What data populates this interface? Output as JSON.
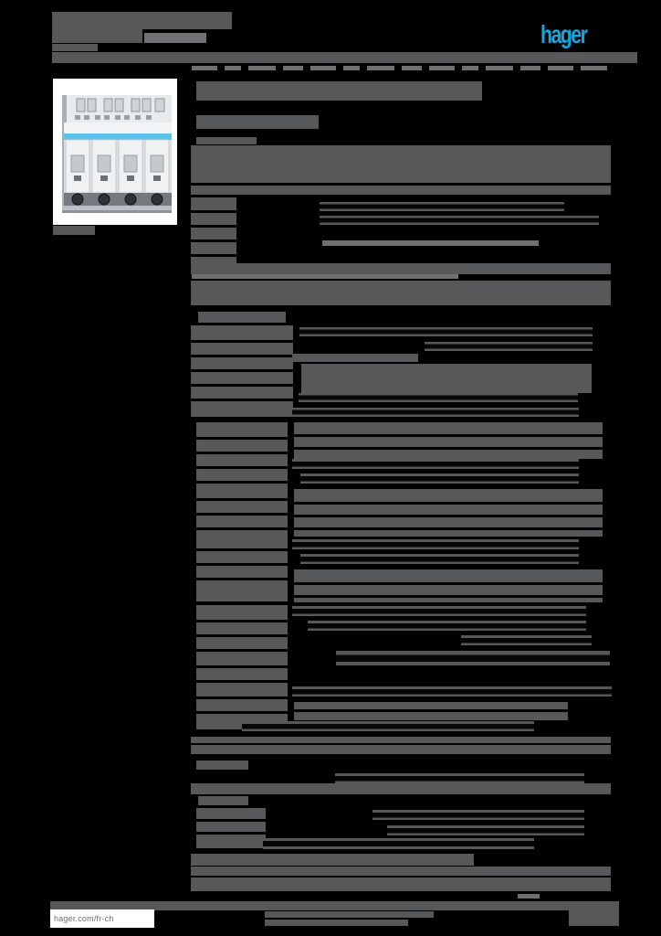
{
  "logo": {
    "text": "hager"
  },
  "footer": {
    "url": "hager.com/fr-ch"
  },
  "colors": {
    "bg": "#000000",
    "bar": "#57585a",
    "bar2": "#6e7072",
    "blue": "#14a6e0",
    "photo_bg": "#ffffff",
    "device_body": "#e8ebed",
    "device_stripe": "#5ec3ea",
    "device_band": "#747a80"
  },
  "redaction_bars": [
    [
      "header-title-line",
      57,
      13,
      197,
      19,
      "bar"
    ],
    [
      "header-title-line",
      57,
      32,
      99,
      15,
      "bar"
    ],
    [
      "header-subtitle-line",
      158,
      36,
      68,
      11,
      "bar2"
    ],
    [
      "header-small-line",
      57,
      48,
      50,
      8,
      "bar"
    ],
    [
      "header-band",
      57,
      57,
      641,
      12,
      "bar"
    ],
    [
      "breadcrumb-segment",
      210,
      72,
      28,
      5,
      "bar2"
    ],
    [
      "breadcrumb-segment",
      246,
      72,
      18,
      5,
      "bar2"
    ],
    [
      "breadcrumb-segment",
      272,
      72,
      30,
      5,
      "bar2"
    ],
    [
      "breadcrumb-segment",
      310,
      72,
      22,
      5,
      "bar2"
    ],
    [
      "breadcrumb-segment",
      340,
      72,
      28,
      5,
      "bar2"
    ],
    [
      "breadcrumb-segment",
      376,
      72,
      18,
      5,
      "bar2"
    ],
    [
      "breadcrumb-segment",
      402,
      72,
      30,
      5,
      "bar2"
    ],
    [
      "breadcrumb-segment",
      440,
      72,
      22,
      5,
      "bar2"
    ],
    [
      "breadcrumb-segment",
      470,
      72,
      28,
      5,
      "bar2"
    ],
    [
      "breadcrumb-segment",
      506,
      72,
      18,
      5,
      "bar2"
    ],
    [
      "breadcrumb-segment",
      532,
      72,
      30,
      5,
      "bar2"
    ],
    [
      "breadcrumb-segment",
      570,
      72,
      22,
      5,
      "bar2"
    ],
    [
      "breadcrumb-segment",
      600,
      72,
      28,
      5,
      "bar2"
    ],
    [
      "breadcrumb-segment",
      636,
      72,
      29,
      5,
      "bar2"
    ],
    [
      "product-title-bar",
      215,
      89,
      313,
      21,
      "bar"
    ],
    [
      "product-subtitle-bar",
      215,
      126,
      134,
      15,
      "bar"
    ],
    [
      "section-label-bar",
      215,
      150,
      66,
      8,
      "bar"
    ],
    [
      "paragraph-slab",
      209,
      159,
      460,
      41,
      "bar"
    ],
    [
      "text-row-bar",
      209,
      203,
      460,
      10,
      "bar"
    ],
    [
      "label-column-slab",
      209,
      216,
      50,
      82,
      "bar"
    ],
    [
      "column-gap",
      209,
      230,
      50,
      3,
      "bg"
    ],
    [
      "column-gap",
      209,
      246,
      50,
      3,
      "bg"
    ],
    [
      "column-gap",
      209,
      262,
      50,
      3,
      "bg"
    ],
    [
      "column-gap",
      209,
      278,
      50,
      3,
      "bg"
    ],
    [
      "value-streak",
      350,
      221,
      268,
      10,
      "streak"
    ],
    [
      "value-streak",
      350,
      236,
      306,
      10,
      "streak"
    ],
    [
      "dotted-line-bar",
      353,
      263,
      237,
      6,
      "bar2"
    ],
    [
      "text-row-bar",
      209,
      288,
      460,
      12,
      "bar"
    ],
    [
      "tiny-text-row",
      210,
      300,
      292,
      5,
      "bar2"
    ],
    [
      "heading-slab",
      209,
      307,
      460,
      27,
      "bar"
    ],
    [
      "subsection-label-bar",
      217,
      341,
      96,
      12,
      "bar"
    ],
    [
      "label-column-slab",
      209,
      356,
      112,
      100,
      "bar"
    ],
    [
      "column-gap",
      209,
      372,
      112,
      3,
      "bg"
    ],
    [
      "column-gap",
      209,
      388,
      112,
      3,
      "bg"
    ],
    [
      "column-gap",
      209,
      404,
      112,
      3,
      "bg"
    ],
    [
      "column-gap",
      209,
      420,
      112,
      3,
      "bg"
    ],
    [
      "column-gap",
      209,
      436,
      112,
      3,
      "bg"
    ],
    [
      "value-streak",
      328,
      358,
      321,
      10,
      "streak"
    ],
    [
      "value-streak",
      465,
      374,
      184,
      10,
      "streak"
    ],
    [
      "text-row-bar",
      320,
      387,
      138,
      9,
      "bar"
    ],
    [
      "value-slab",
      330,
      398,
      318,
      32,
      "bar"
    ],
    [
      "value-streak",
      327,
      430,
      306,
      10,
      "streak"
    ],
    [
      "value-streak",
      320,
      446,
      314,
      10,
      "streak"
    ],
    [
      "label-column-slab",
      215,
      462,
      100,
      196,
      "bar"
    ],
    [
      "column-gap",
      215,
      478,
      100,
      3,
      "bg"
    ],
    [
      "column-gap",
      215,
      494,
      100,
      3,
      "bg"
    ],
    [
      "column-gap",
      215,
      510,
      100,
      3,
      "bg"
    ],
    [
      "column-gap",
      215,
      526,
      100,
      3,
      "bg"
    ],
    [
      "column-gap",
      215,
      545,
      100,
      3,
      "bg"
    ],
    [
      "column-gap",
      215,
      561,
      100,
      3,
      "bg"
    ],
    [
      "column-gap",
      215,
      577,
      100,
      3,
      "bg"
    ],
    [
      "column-gap",
      215,
      600,
      100,
      3,
      "bg"
    ],
    [
      "column-gap",
      215,
      616,
      100,
      3,
      "bg"
    ],
    [
      "column-gap",
      215,
      632,
      100,
      3,
      "bg"
    ],
    [
      "value-slab",
      322,
      462,
      338,
      40,
      "bar"
    ],
    [
      "row-gap",
      322,
      475,
      338,
      3,
      "bg"
    ],
    [
      "row-gap",
      322,
      489,
      338,
      3,
      "bg"
    ],
    [
      "value-streak",
      320,
      502,
      314,
      11,
      "streak"
    ],
    [
      "value-streak",
      329,
      518,
      305,
      11,
      "streak"
    ],
    [
      "value-slab",
      322,
      535,
      338,
      52,
      "bar"
    ],
    [
      "row-gap",
      322,
      549,
      338,
      3,
      "bg"
    ],
    [
      "row-gap",
      322,
      563,
      338,
      3,
      "bg"
    ],
    [
      "row-gap",
      322,
      577,
      338,
      3,
      "bg"
    ],
    [
      "value-streak",
      320,
      590,
      314,
      11,
      "streak"
    ],
    [
      "value-streak",
      329,
      606,
      305,
      11,
      "streak"
    ],
    [
      "value-slab",
      322,
      623,
      338,
      36,
      "bar"
    ],
    [
      "row-gap",
      322,
      637,
      338,
      3,
      "bg"
    ],
    [
      "row-gap",
      322,
      651,
      338,
      3,
      "bg"
    ],
    [
      "label-column-slab",
      215,
      662,
      100,
      136,
      "bar"
    ],
    [
      "column-gap",
      215,
      678,
      100,
      3,
      "bg"
    ],
    [
      "column-gap",
      215,
      694,
      100,
      3,
      "bg"
    ],
    [
      "column-gap",
      215,
      710,
      100,
      3,
      "bg"
    ],
    [
      "column-gap",
      215,
      728,
      100,
      3,
      "bg"
    ],
    [
      "column-gap",
      215,
      744,
      100,
      3,
      "bg"
    ],
    [
      "column-gap",
      215,
      762,
      100,
      3,
      "bg"
    ],
    [
      "column-gap",
      215,
      778,
      100,
      3,
      "bg"
    ],
    [
      "value-streak",
      320,
      663,
      322,
      11,
      "streak"
    ],
    [
      "value-streak",
      337,
      679,
      305,
      11,
      "streak"
    ],
    [
      "value-streak",
      505,
      695,
      143,
      11,
      "streak"
    ],
    [
      "value-streak",
      368,
      712,
      300,
      16,
      "streak"
    ],
    [
      "value-streak",
      320,
      751,
      350,
      11,
      "streak"
    ],
    [
      "value-slab",
      322,
      768,
      300,
      20,
      "bar"
    ],
    [
      "row-gap",
      322,
      776,
      300,
      3,
      "bg"
    ],
    [
      "value-streak",
      265,
      789,
      320,
      11,
      "streak"
    ],
    [
      "wide-band",
      209,
      806,
      460,
      19,
      "bar"
    ],
    [
      "row-gap",
      209,
      813,
      460,
      2,
      "bg"
    ],
    [
      "section-label-bar",
      215,
      832,
      57,
      10,
      "bar"
    ],
    [
      "value-streak",
      367,
      846,
      273,
      11,
      "streak"
    ],
    [
      "wide-band",
      209,
      857,
      460,
      12,
      "bar"
    ],
    [
      "section-label-bar",
      217,
      871,
      55,
      10,
      "bar"
    ],
    [
      "label-column-slab",
      215,
      884,
      76,
      44,
      "bar"
    ],
    [
      "column-gap",
      215,
      896,
      76,
      3,
      "bg"
    ],
    [
      "column-gap",
      215,
      910,
      76,
      3,
      "bg"
    ],
    [
      "value-streak",
      408,
      886,
      232,
      11,
      "streak"
    ],
    [
      "value-streak",
      424,
      903,
      216,
      11,
      "streak"
    ],
    [
      "value-streak",
      288,
      917,
      297,
      12,
      "streak"
    ],
    [
      "wide-band",
      209,
      934,
      310,
      13,
      "bar"
    ],
    [
      "paragraph-slab",
      209,
      948,
      460,
      27,
      "bar"
    ],
    [
      "row-gap",
      209,
      958,
      460,
      2,
      "bg"
    ],
    [
      "photo-caption-bar",
      58,
      247,
      46,
      10,
      "bar"
    ],
    [
      "footer-mark",
      567,
      978,
      24,
      5,
      "bar2"
    ],
    [
      "footer-band",
      55,
      986,
      623,
      10,
      "bar"
    ],
    [
      "footer-text-line",
      290,
      997,
      185,
      7,
      "bar"
    ],
    [
      "footer-text-line",
      290,
      1006,
      157,
      7,
      "bar"
    ],
    [
      "footer-page-block",
      623,
      991,
      55,
      22,
      "bar"
    ]
  ]
}
